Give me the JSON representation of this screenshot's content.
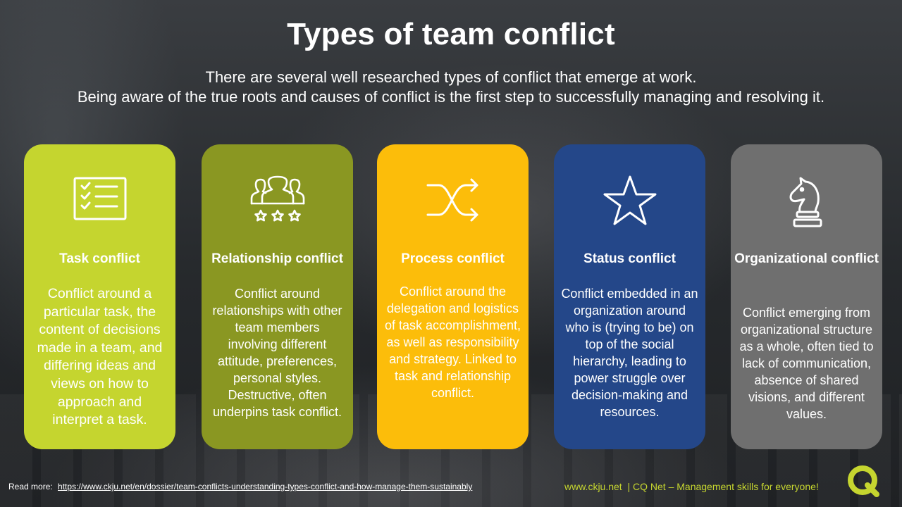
{
  "slide": {
    "title": "Types of team conflict",
    "subtitle_lines": [
      "There are several well researched types of conflict that emerge at work.",
      "Being aware of the true roots and causes of conflict is the first step to successfully managing and resolving it."
    ]
  },
  "cards": [
    {
      "icon": "checklist-icon",
      "color": "#c5d52f",
      "title": "Task conflict",
      "description": "Conflict around a particular task, the content of decisions made in a team, and differing ideas and views on how to approach and interpret a task."
    },
    {
      "icon": "people-stars-icon",
      "color": "#8a9722",
      "title": "Relationship conflict",
      "description": "Conflict around relationships with other team members involving different attitude, preferences, personal styles. Destructive, often underpins task conflict."
    },
    {
      "icon": "shuffle-arrows-icon",
      "color": "#fcbd0a",
      "title": "Process conflict",
      "description": "Conflict around the delegation and logistics of task accomplishment, as well as responsibility and strategy. Linked to task and relationship conflict."
    },
    {
      "icon": "star-icon",
      "color": "#244789",
      "title": "Status conflict",
      "description": "Conflict embedded in an organization around who is (trying to be) on top of the social hierarchy, leading to power struggle over decision-making and resources."
    },
    {
      "icon": "chess-knight-icon",
      "color": "#6f6f6f",
      "title": "Organizational conflict",
      "description": "Conflict emerging from organizational structure as a whole, often tied to lack of communication, absence of shared visions, and different values."
    }
  ],
  "footer": {
    "read_more_label": "Read more:",
    "read_more_link": "https://www.ckju.net/en/dossier/team-conflicts-understanding-types-conflict-and-how-manage-them-sustainably",
    "site": "www.ckju.net",
    "tagline": "| CQ Net – Management skills for everyone!",
    "logo_icon": "cq-logo-icon",
    "accent_color": "#c5d52f"
  }
}
